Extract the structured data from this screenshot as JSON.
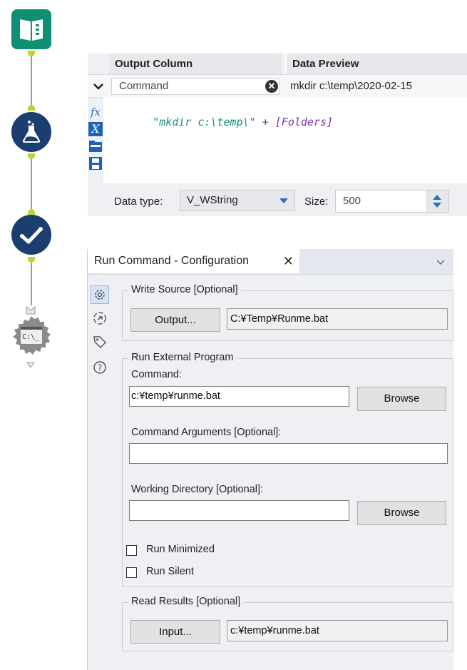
{
  "formula": {
    "header_output_column": "Output Column",
    "header_data_preview": "Data Preview",
    "field_name": "Command",
    "preview_value": "mkdir c:\\temp\\2020-02-15",
    "expression_string": "\"mkdir c:\\temp\\\"",
    "expression_op": " + ",
    "expression_field": "[Folders]",
    "data_type_label": "Data type:",
    "data_type_value": "V_WString",
    "size_label": "Size:",
    "size_value": "500"
  },
  "config": {
    "tab_title": "Run Command - Configuration",
    "tab_close": "✕",
    "write_source_label": "Write Source [Optional]",
    "output_button": "Output...",
    "output_path": "C:¥Temp¥Runme.bat",
    "run_external_label": "Run External Program",
    "command_label": "Command:",
    "command_value": "c:¥temp¥runme.bat",
    "browse_button": "Browse",
    "command_args_label": "Command Arguments [Optional]:",
    "command_args_value": "",
    "working_dir_label": "Working Directory [Optional]:",
    "working_dir_value": "",
    "run_minimized_label": "Run Minimized",
    "run_silent_label": "Run Silent",
    "read_results_label": "Read Results [Optional]",
    "input_button": "Input...",
    "input_path": "c:¥temp¥runme.bat"
  },
  "colors": {
    "accent_green": "#0e8c73",
    "tool_blue": "#1a3f6e",
    "anchor_green": "#b9d531",
    "purple": "#7a2fb0",
    "teal_code": "#1a8a84"
  }
}
